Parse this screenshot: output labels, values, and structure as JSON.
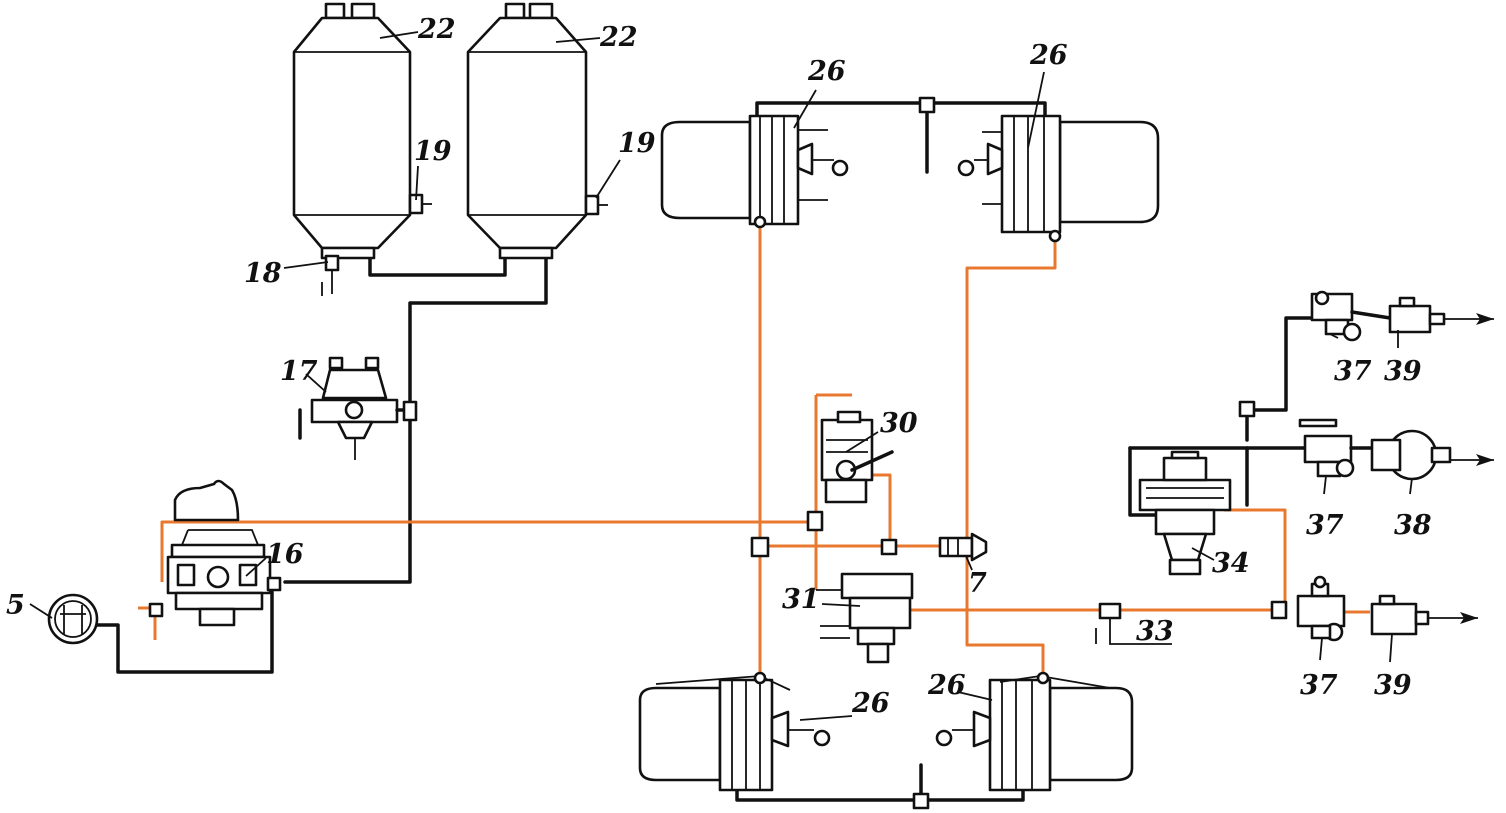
{
  "colors": {
    "air_line": "#111111",
    "control_line": "#e8782f",
    "outline": "#111111",
    "background": "#ffffff"
  },
  "labels": {
    "l5": "5",
    "l16": "16",
    "l17": "17",
    "l18": "18",
    "l19a": "19",
    "l19b": "19",
    "l22a": "22",
    "l22b": "22",
    "l26a": "26",
    "l26b": "26",
    "l26c": "26",
    "l26d": "26",
    "l30": "30",
    "l31": "31",
    "l33": "33",
    "l34": "34",
    "l37a": "37",
    "l37b": "37",
    "l37c": "37",
    "l38": "38",
    "l39a": "39",
    "l39b": "39",
    "l7": "7"
  }
}
